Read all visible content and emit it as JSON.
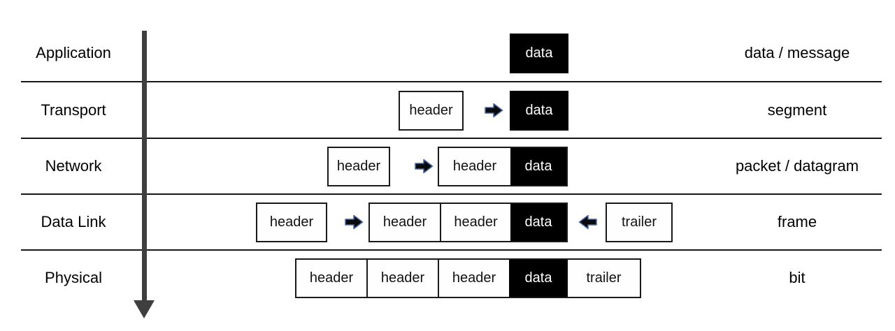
{
  "diagram": {
    "layers": [
      {
        "name": "Application",
        "pdu": "data / message"
      },
      {
        "name": "Transport",
        "pdu": "segment"
      },
      {
        "name": "Network",
        "pdu": "packet / datagram"
      },
      {
        "name": "Data Link",
        "pdu": "frame"
      },
      {
        "name": "Physical",
        "pdu": "bit"
      }
    ],
    "box_labels": {
      "header": "header",
      "data": "data",
      "trailer": "trailer"
    },
    "icons": {
      "right_arrow": "right-arrow-icon",
      "left_arrow": "left-arrow-icon",
      "down_arrow": "down-arrow-icon"
    },
    "colors": {
      "background": "#ffffff",
      "data_box_bg": "#000000",
      "data_box_text": "#ffffff",
      "box_border": "#1a1a1a",
      "divider": "#161616",
      "block_arrow_fill": "#0a0a0a",
      "block_arrow_stroke": "#4a69a5",
      "flow_arrow": "#3f3f3f",
      "text": "#000000"
    }
  }
}
